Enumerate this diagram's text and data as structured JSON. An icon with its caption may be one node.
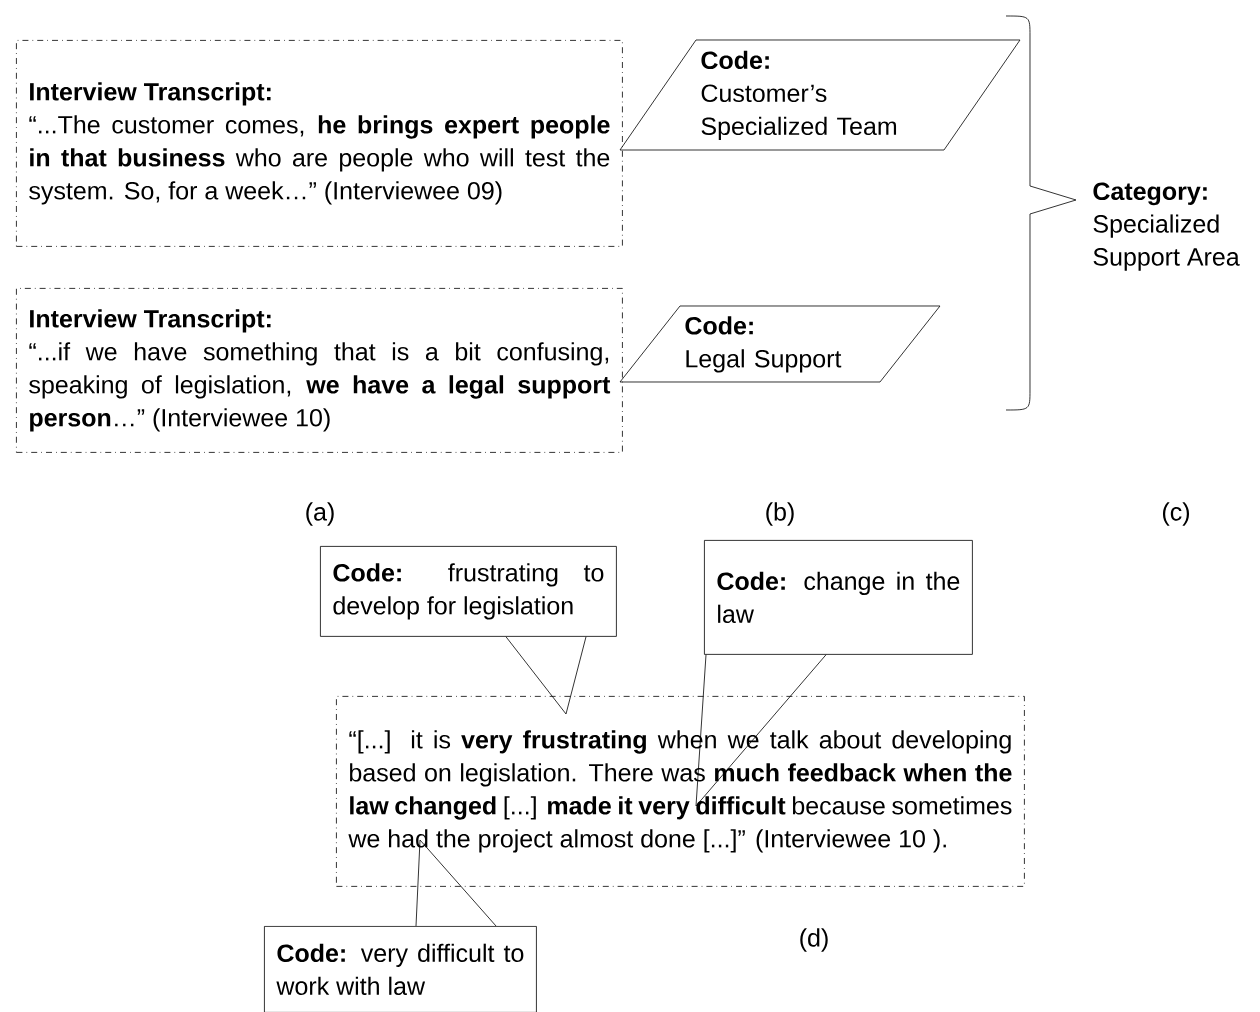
{
  "diagram": {
    "nodes": [
      {
        "text": [
          "Interview Transcript:",
          "“...The customer comes, **he brings expert people in that business** who are people who will test the system. So, for a week…” (Interviewee 09)"
        ]
      },
      {
        "text": [
          "Code:",
          "Customer’s Specialized Team"
        ]
      },
      {
        "text": [
          "Interview Transcript:",
          "“...if we have something that is a bit confusing, speaking of legislation, **we have a legal support person**…” (Interviewee 10)"
        ]
      },
      {
        "text": [
          "Code:",
          "Legal Support"
        ]
      },
      {
        "text": [
          "**Code:** frustrating to develop for legislation"
        ]
      },
      {
        "text": [
          "**Code:** change in the law"
        ]
      },
      {
        "text": [
          "“[...] it is **very frustrating** when we talk about developing based on legislation. There was **much feedback when the law changed** [...] **made it very difficult** because sometimes we had the project almost done [...]” (Interviewee 10 )."
        ]
      },
      {
        "text": [
          "**Code:** very difficult to work with law"
        ]
      }
    ],
    "edges": [
      {
        "from": 4,
        "to": 6,
        "arrow": "none"
      },
      {
        "from": 5,
        "to": 6,
        "arrow": "none"
      },
      {
        "from": 7,
        "to": 6,
        "arrow": "none"
      }
    ],
    "labels": [
      "Category:",
      "Specialized Support Area",
      "(a)",
      "(b)",
      "(c)",
      "(d)"
    ]
  }
}
